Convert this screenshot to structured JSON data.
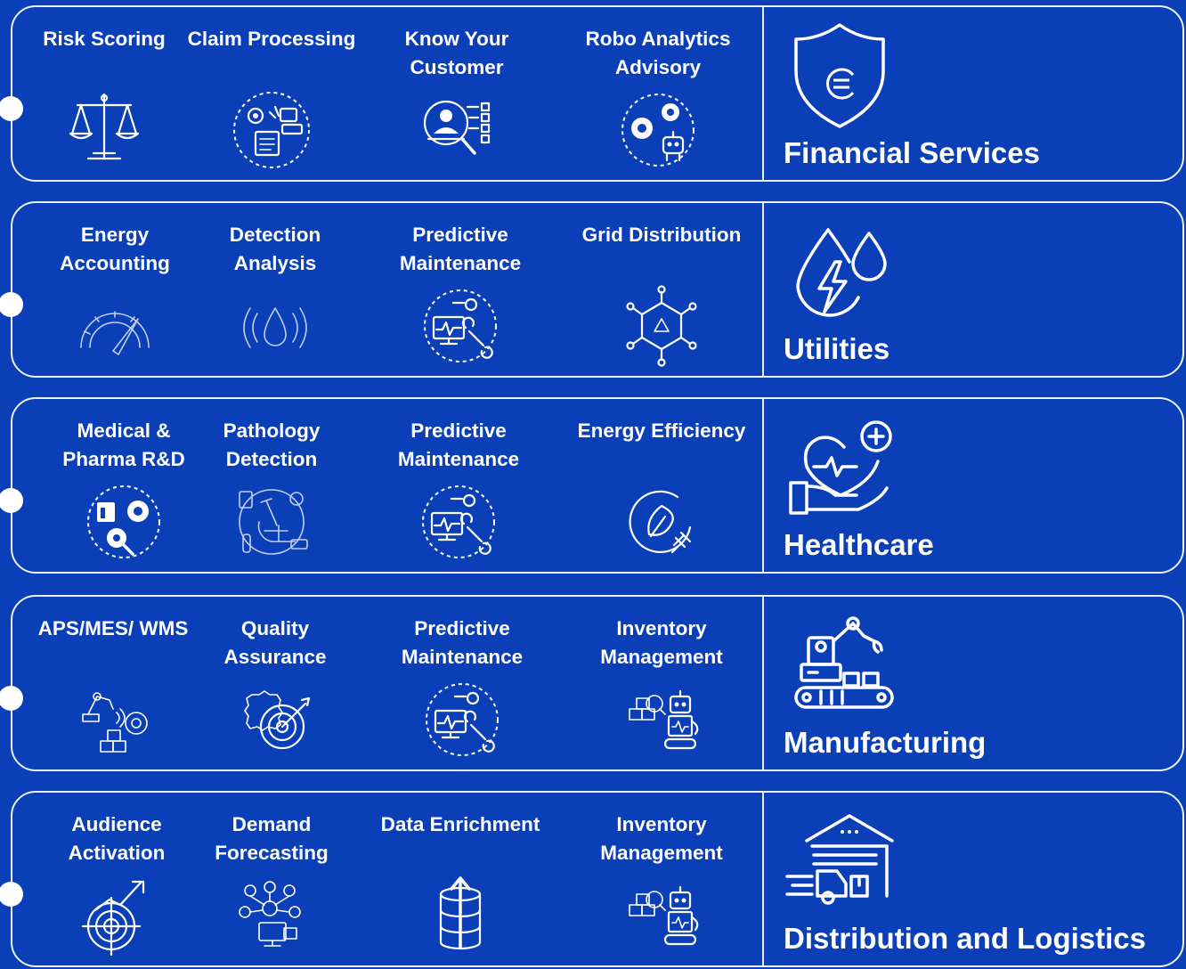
{
  "industries": [
    {
      "name": "Financial Services",
      "icon": "shield-euro-icon",
      "use_cases": [
        {
          "label": "Risk Scoring",
          "icon": "balance-scale-icon"
        },
        {
          "label": "Claim Processing",
          "icon": "gear-documents-icon"
        },
        {
          "label": "Know Your Customer",
          "icon": "user-id-checklist-icon"
        },
        {
          "label": "Robo Analytics Advisory",
          "icon": "robot-gears-icon"
        }
      ]
    },
    {
      "name": "Utilities",
      "icon": "water-drop-lightning-icon",
      "use_cases": [
        {
          "label": "Energy Accounting",
          "icon": "gauge-meter-icon"
        },
        {
          "label": "Detection Analysis",
          "icon": "drop-signal-icon"
        },
        {
          "label": "Predictive Maintenance",
          "icon": "monitor-wrench-icon"
        },
        {
          "label": "Grid Distribution",
          "icon": "hexagon-network-icon"
        }
      ]
    },
    {
      "name": "Healthcare",
      "icon": "hand-heart-icon",
      "use_cases": [
        {
          "label": "Medical & Pharma R&D",
          "icon": "lab-research-icon"
        },
        {
          "label": "Pathology Detection",
          "icon": "microscope-icon"
        },
        {
          "label": "Predictive Maintenance",
          "icon": "monitor-wrench-icon"
        },
        {
          "label": "Energy Efficiency",
          "icon": "leaf-plug-icon"
        }
      ]
    },
    {
      "name": "Manufacturing",
      "icon": "robotic-arm-conveyor-icon",
      "use_cases": [
        {
          "label": "APS/MES/ WMS",
          "icon": "robot-arm-boxes-icon"
        },
        {
          "label": "Quality Assurance",
          "icon": "gear-target-icon"
        },
        {
          "label": "Predictive Maintenance",
          "icon": "monitor-wrench-icon"
        },
        {
          "label": "Inventory Management",
          "icon": "robot-boxes-icon"
        }
      ]
    },
    {
      "name": "Distribution and Logistics",
      "icon": "warehouse-truck-icon",
      "use_cases": [
        {
          "label": "Audience Activation",
          "icon": "target-growth-icon"
        },
        {
          "label": "Demand Forecasting",
          "icon": "network-people-icon"
        },
        {
          "label": "Data Enrichment",
          "icon": "database-arrow-icon"
        },
        {
          "label": "Inventory Management",
          "icon": "robot-boxes-icon"
        }
      ]
    }
  ]
}
